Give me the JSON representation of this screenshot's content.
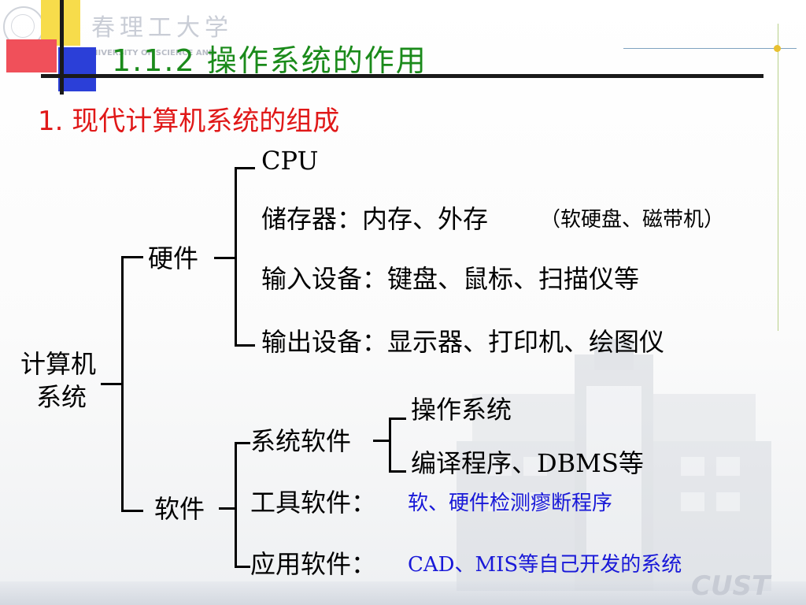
{
  "header": {
    "university_cn": "春理工大学",
    "university_en": "UNIVERSITY OF SCIENCE AND",
    "title": "1.1.2 操作系统的作用",
    "brand": "CUST"
  },
  "subtitle": "1. 现代计算机系统的组成",
  "tree": {
    "root": "计算机系统",
    "root_line1": "计算机",
    "root_line2": "系统",
    "hardware": {
      "label": "硬件",
      "items": [
        {
          "main": "CPU",
          "note": ""
        },
        {
          "main": "储存器：内存、外存",
          "note": "（软硬盘、磁带机）"
        },
        {
          "main": "输入设备：键盘、鼠标、扫描仪等",
          "note": ""
        },
        {
          "main": "输出设备：显示器、打印机、绘图仪",
          "note": ""
        }
      ]
    },
    "software": {
      "label": "软件",
      "system_software": {
        "label": "系统软件",
        "items": [
          "操作系统",
          "编译程序、DBMS等"
        ]
      },
      "tool_software": {
        "label": "工具软件：",
        "note": "软、硬件检测瘳断程序"
      },
      "app_software": {
        "label": "应用软件：",
        "note": "CAD、MIS等自己开发的系统"
      }
    }
  },
  "colors": {
    "title": "#1a8a1a",
    "subtitle": "#e01818",
    "note_blue": "#1818d8",
    "logo_yellow": "#f7dc4b",
    "logo_red": "#f0505a",
    "logo_blue": "#2b3fd8"
  }
}
